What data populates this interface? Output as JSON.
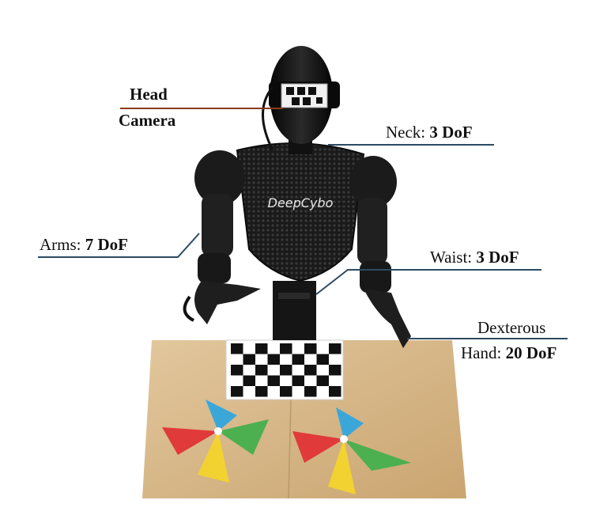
{
  "robot": {
    "chest_logo": "DeepCybo"
  },
  "labels": {
    "head_camera_line1": "Head",
    "head_camera_line2": "Camera",
    "neck_name": "Neck: ",
    "neck_dof": "3 DoF",
    "arms_name": "Arms: ",
    "arms_dof": "7 DoF",
    "waist_name": "Waist: ",
    "waist_dof": "3 DoF",
    "hand_line1": "Dexterous",
    "hand_name": "Hand: ",
    "hand_dof": "20 DoF"
  },
  "colors": {
    "callout_blue": "#2c4a63",
    "callout_brown": "#8a3a1a",
    "robot_black": "#121212",
    "table_wood": "#d8b98a"
  }
}
